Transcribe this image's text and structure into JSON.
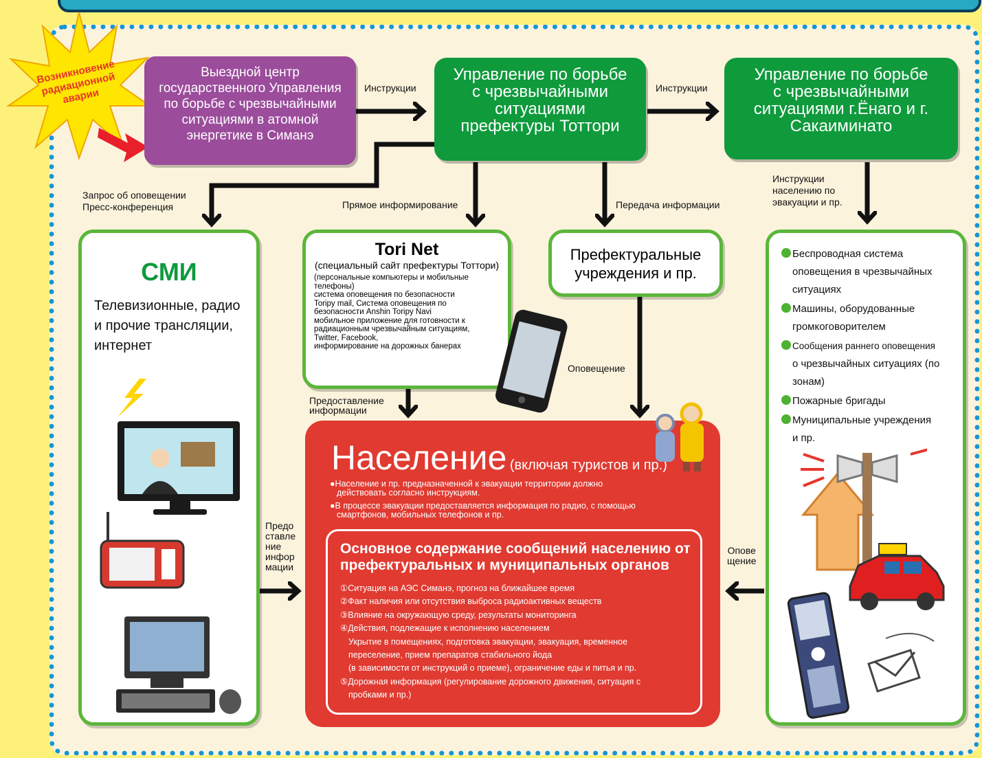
{
  "burst": {
    "line1": "Возникновение",
    "line2": "радиационной",
    "line3": "аварии"
  },
  "center": {
    "lines": [
      "Выездной центр",
      "государственного Управления",
      "по борьбе с чрезвычайными",
      "ситуациями в атомной",
      "энергетике в Симанэ"
    ]
  },
  "tottori": {
    "lines": [
      "Управление по борьбе",
      "с чрезвычайными",
      "ситуациями",
      "префектуры Тоттори"
    ]
  },
  "yonago": {
    "lines": [
      "Управление по борьбе",
      "с чрезвычайными",
      "ситуациями г.Ёнаго и г.",
      "Сакаиминато"
    ]
  },
  "labels": {
    "instr1": "Инструкции",
    "instr2": "Инструкции",
    "request_l1": "Запрос об оповещении",
    "request_l2": "Пресс-конференция",
    "direct": "Прямое информирование",
    "transfer": "Передача информации",
    "evac_l1": "Инструкции",
    "evac_l2": "населению по",
    "evac_l3": "эвакуации и пр.",
    "notify": "Оповещение",
    "provide_l1": "Предоставление",
    "provide_l2": "информации",
    "left_l1": "Предо",
    "left_l2": "ставле",
    "left_l3": "ние",
    "left_l4": "инфор",
    "left_l5": "мации",
    "right_l1": "Опове",
    "right_l2": "щение"
  },
  "media": {
    "title": "СМИ",
    "text": "Телевизионные, радио и прочие трансляции, интернет"
  },
  "torinet": {
    "title": "Tori Net",
    "subtitle": "(специальный сайт префектуры Тоттори)",
    "lines": [
      "(персональные компьютеры и мобильные",
      "телефоны)",
      "система оповещения по безопасности",
      "Toripy mail, Система оповещения по",
      "безопасности Anshin Toripy Navi",
      "мобильное приложение для готовности к",
      "радиационным чрезвычайным ситуациям,",
      "Twitter, Facebook,",
      "информирование на дорожных банерах"
    ]
  },
  "prefinst": {
    "line1": "Префектуральные",
    "line2": "учреждения и пр."
  },
  "channels": {
    "items": [
      {
        "l1": "Беспроводная система",
        "l2": "оповещения в чрезвычайных",
        "l3": "ситуациях"
      },
      {
        "l1": "Машины, оборудованные",
        "l2": "громкоговорителем",
        "l3": ""
      },
      {
        "l1": "Сообщения раннего оповещения",
        "l2": "о чрезвычайных ситуациях (по",
        "l3": "зонам)"
      },
      {
        "l1": "Пожарные бригады",
        "l2": "",
        "l3": ""
      },
      {
        "l1": "Муниципальные учреждения",
        "l2": "и пр.",
        "l3": ""
      }
    ]
  },
  "population": {
    "title": "Население",
    "title_note": "(включая туристов и пр.)",
    "b1_l1": "●Население и пр. предназначенной к эвакуации территории должно",
    "b1_l2": "действовать согласно инструкциям.",
    "b2_l1": "●В процессе эвакуации предоставляется информация по радио, с помощью",
    "b2_l2": "смартфонов, мобильных телефонов и пр.",
    "box_title_l1": "Основное содержание сообщений населению от",
    "box_title_l2": "префектуральных и муниципальных органов",
    "items": [
      "①Ситуация на АЭС Симанэ, прогноз на ближайшее время",
      "②Факт наличия или отсутствия выброса радиоактивных веществ",
      "③Влияние на окружающую среду, результаты мониторинга",
      "④Действия, подлежащие к исполнению населением",
      "Укрытие в помещениях, подготовка эвакуации, эвакуация, временное",
      "переселение, прием препаратов стабильного йода",
      "(в зависимости от инструкций о приеме), ограничение еды и питья и пр.",
      "⑤Дорожная информация (регулирование дорожного движения, ситуация с",
      "пробками и пр.)"
    ]
  }
}
